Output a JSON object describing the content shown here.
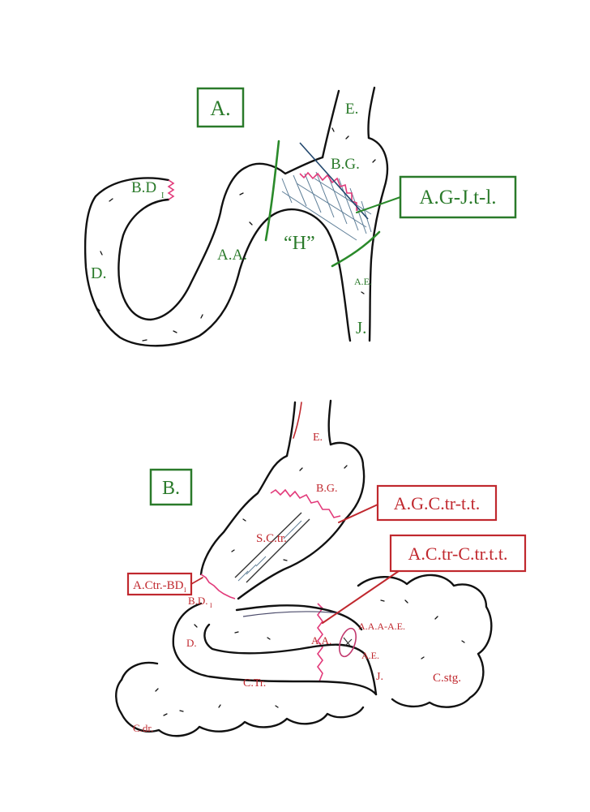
{
  "panel_a": {
    "panel_label": "A.",
    "callout": "A.G-J.t-l.",
    "labels": {
      "esophagus": "E.",
      "bypassed_stomach": "B.G.",
      "duodenal_stump": "B.D",
      "duodenal_stump_sub": "I",
      "duodenum": "D.",
      "afferent_loop": "A.A.",
      "h_zone": "“H”",
      "efferent_loop": "A.E.",
      "jejunum": "J."
    }
  },
  "panel_b": {
    "panel_label": "B.",
    "callout_top": "A.G.C.tr-t.t.",
    "callout_mid": "A.C.tr-C.tr.t.t.",
    "callout_left": "A.Ctr.-BD",
    "callout_left_sub": "I",
    "labels": {
      "esophagus": "E.",
      "bypassed_stomach": "B.G.",
      "transverse_segment": "S.C.tr.",
      "duodenal_stump": "B.D.",
      "duodenal_stump_sub": "I",
      "duodenum": "D.",
      "afferent_loop": "A.A.",
      "afferent_efferent_anastomosis": "A.A.A-A.E.",
      "efferent_loop": "A.E.",
      "jejunum": "J.",
      "transverse_colon": "C.Tr.",
      "left_colon": "C.stg.",
      "right_colon": "C.dr."
    }
  },
  "colors": {
    "ink": "#111111",
    "green": "#2a7a2a",
    "red": "#c0282e",
    "suture": "#e23a7a",
    "hatch": "#5f7f98"
  }
}
